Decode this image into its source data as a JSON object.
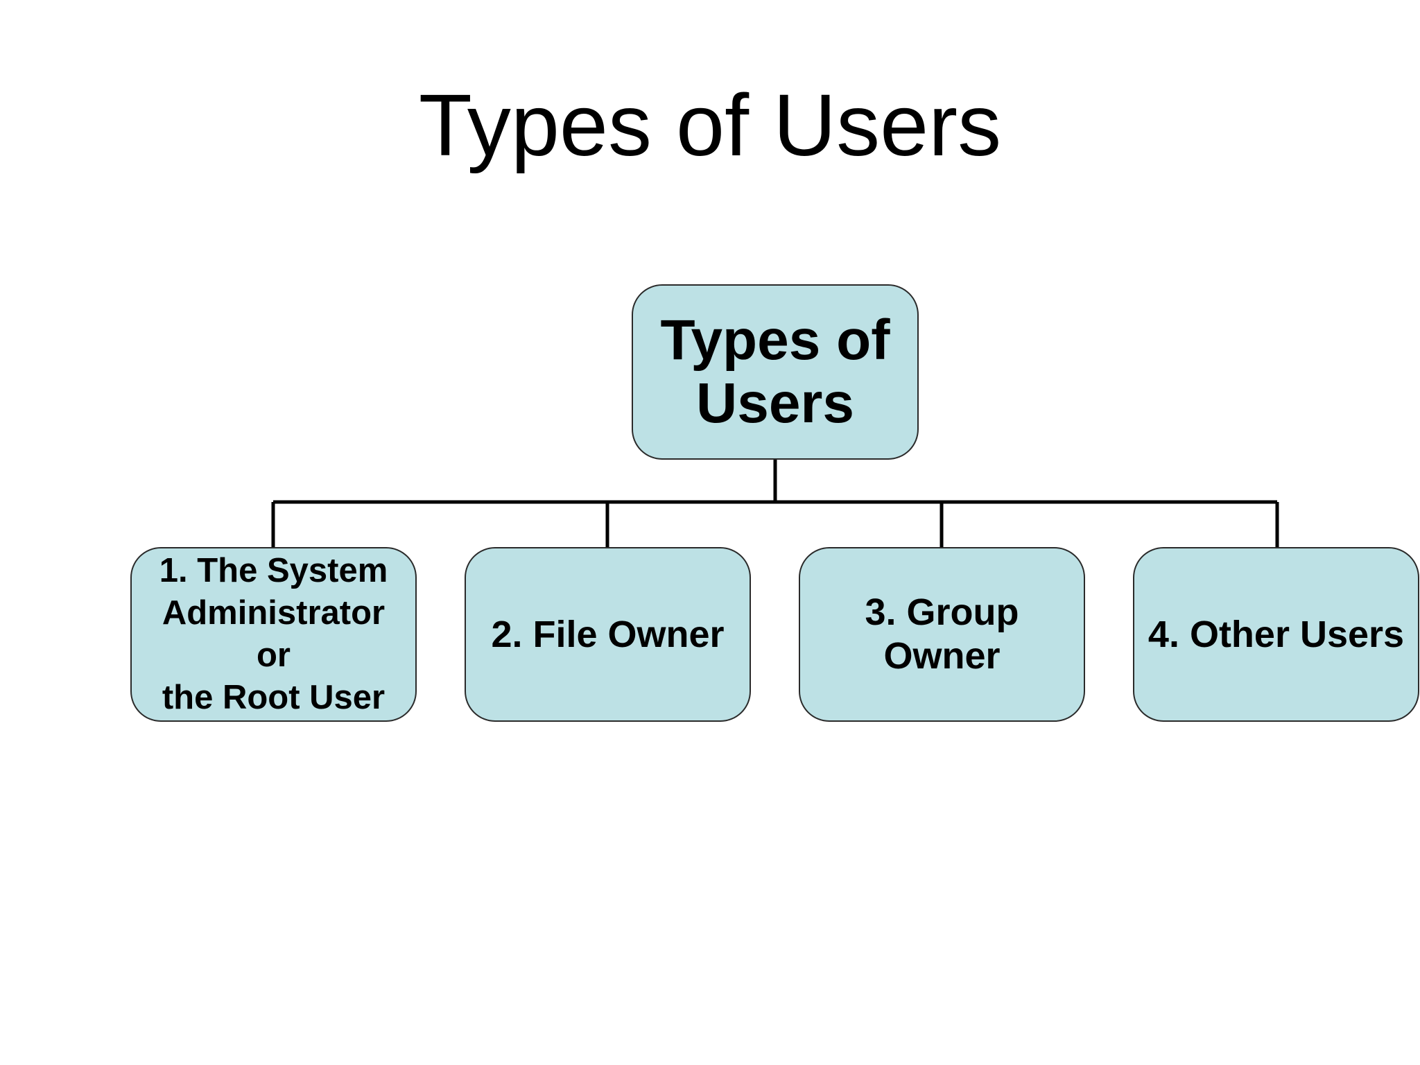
{
  "slide": {
    "title": "Types of Users"
  },
  "diagram": {
    "root": {
      "label": "Types of\nUsers"
    },
    "children": [
      {
        "label": "1.   The System\n   Administrator\nor\nthe Root User"
      },
      {
        "label": "2. File Owner"
      },
      {
        "label": "3. Group\nOwner"
      },
      {
        "label": "4. Other Users"
      }
    ],
    "colors": {
      "box_fill": "#bde1e5",
      "box_border": "#2a2a2a",
      "connector": "#000000"
    }
  }
}
